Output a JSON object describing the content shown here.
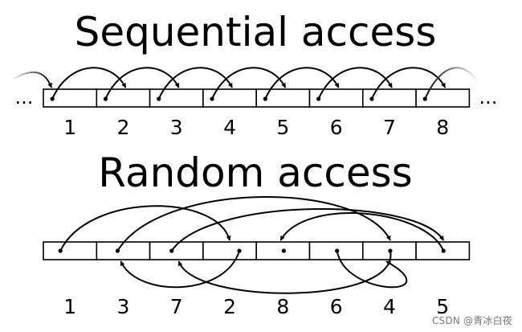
{
  "sequential": {
    "title": "Sequential access",
    "labels": [
      "1",
      "2",
      "3",
      "4",
      "5",
      "6",
      "7",
      "8"
    ],
    "left_ellipsis": "...",
    "right_ellipsis": "..."
  },
  "random": {
    "title": "Random access",
    "labels": [
      "1",
      "3",
      "7",
      "2",
      "8",
      "6",
      "4",
      "5"
    ]
  },
  "watermark": "CSDN @青冰白夜",
  "colors": {
    "stroke": "#000000",
    "faded_stroke": "#bbbbbb",
    "background": "#ffffff"
  }
}
